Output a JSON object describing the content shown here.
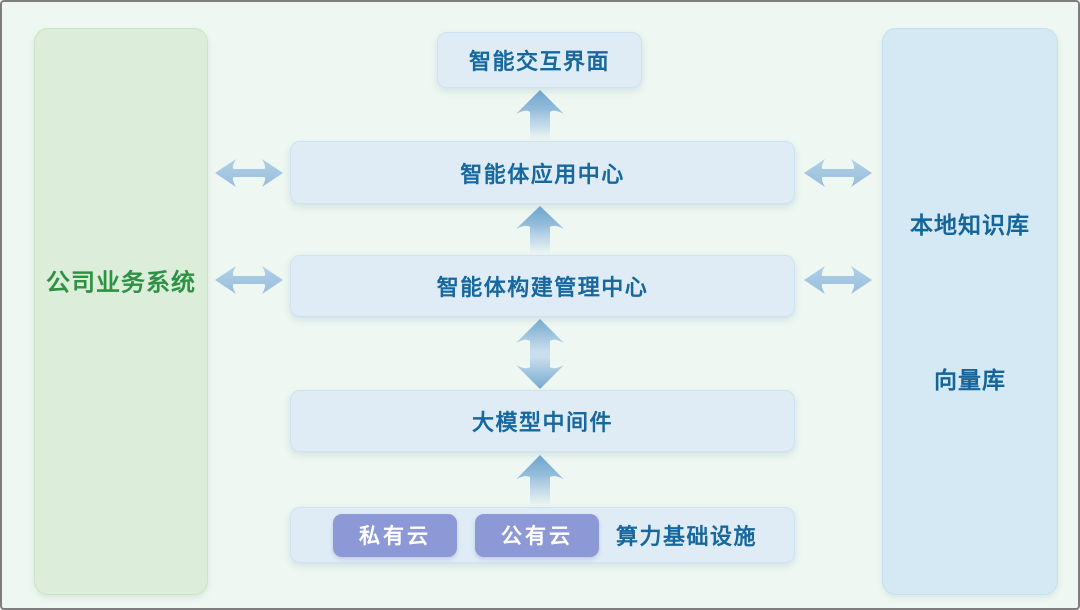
{
  "panels": {
    "business": {
      "label": "公司业务系统"
    },
    "knowledge": {
      "top_label": "本地知识库",
      "bottom_label": "向量库"
    }
  },
  "stack": {
    "interactive_ui": "智能交互界面",
    "agent_app_center": "智能体应用中心",
    "agent_build_center": "智能体构建管理中心",
    "llm_middleware": "大模型中间件"
  },
  "infrastructure": {
    "private_cloud": "私有云",
    "public_cloud": "公有云",
    "label": "算力基础设施"
  },
  "icons": {
    "up_arrow": "up-arrow",
    "double_vertical_arrow": "double-vertical-arrow",
    "double_horizontal_arrow": "double-horizontal-arrow"
  },
  "colors": {
    "background": "#eef7f1",
    "frame_border": "#7e7e7e",
    "node_fill": "#dfecf6",
    "node_text": "#16689f",
    "business_panel_fill": "#dcedda",
    "business_panel_text": "#2e9245",
    "knowledge_panel_fill": "#d4e9f3",
    "knowledge_panel_text": "#14659c",
    "cloud_button_fill": "#8c99d6",
    "cloud_button_text": "#ffffff",
    "arrow": "#a6c8e2"
  }
}
